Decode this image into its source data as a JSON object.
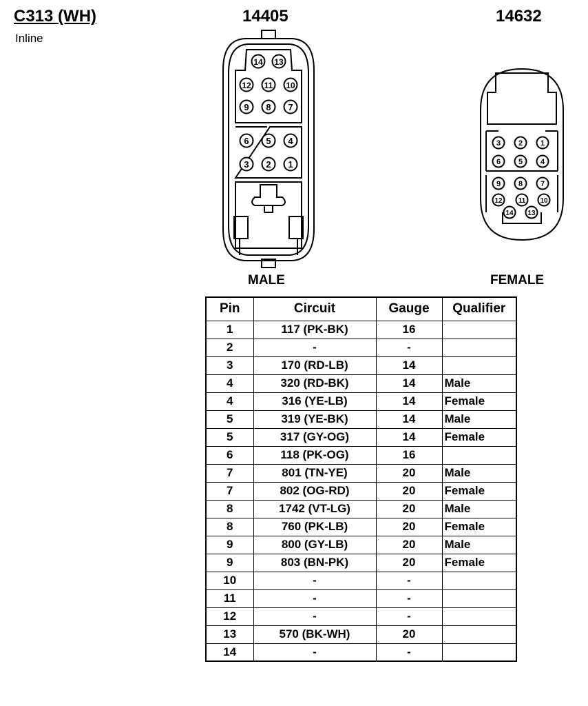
{
  "header": {
    "title": "C313 (WH)",
    "subtitle": "Inline",
    "part_male": "14405",
    "part_female": "14632"
  },
  "labels": {
    "male": "MALE",
    "female": "FEMALE"
  },
  "male_pins": [
    "1",
    "2",
    "3",
    "4",
    "5",
    "6",
    "7",
    "8",
    "9",
    "10",
    "11",
    "12",
    "13",
    "14"
  ],
  "female_pins": [
    "1",
    "2",
    "3",
    "4",
    "5",
    "6",
    "7",
    "8",
    "9",
    "10",
    "11",
    "12",
    "13",
    "14"
  ],
  "table": {
    "headers": [
      "Pin",
      "Circuit",
      "Gauge",
      "Qualifier"
    ],
    "rows": [
      {
        "pin": "1",
        "circuit": "117 (PK-BK)",
        "gauge": "16",
        "qualifier": ""
      },
      {
        "pin": "2",
        "circuit": "-",
        "gauge": "-",
        "qualifier": ""
      },
      {
        "pin": "3",
        "circuit": "170 (RD-LB)",
        "gauge": "14",
        "qualifier": ""
      },
      {
        "pin": "4",
        "circuit": "320 (RD-BK)",
        "gauge": "14",
        "qualifier": "Male"
      },
      {
        "pin": "4",
        "circuit": "316 (YE-LB)",
        "gauge": "14",
        "qualifier": "Female"
      },
      {
        "pin": "5",
        "circuit": "319 (YE-BK)",
        "gauge": "14",
        "qualifier": "Male"
      },
      {
        "pin": "5",
        "circuit": "317 (GY-OG)",
        "gauge": "14",
        "qualifier": "Female"
      },
      {
        "pin": "6",
        "circuit": "118 (PK-OG)",
        "gauge": "16",
        "qualifier": ""
      },
      {
        "pin": "7",
        "circuit": "801 (TN-YE)",
        "gauge": "20",
        "qualifier": "Male"
      },
      {
        "pin": "7",
        "circuit": "802 (OG-RD)",
        "gauge": "20",
        "qualifier": "Female"
      },
      {
        "pin": "8",
        "circuit": "1742 (VT-LG)",
        "gauge": "20",
        "qualifier": "Male"
      },
      {
        "pin": "8",
        "circuit": "760 (PK-LB)",
        "gauge": "20",
        "qualifier": "Female"
      },
      {
        "pin": "9",
        "circuit": "800 (GY-LB)",
        "gauge": "20",
        "qualifier": "Male"
      },
      {
        "pin": "9",
        "circuit": "803 (BN-PK)",
        "gauge": "20",
        "qualifier": "Female"
      },
      {
        "pin": "10",
        "circuit": "-",
        "gauge": "-",
        "qualifier": ""
      },
      {
        "pin": "11",
        "circuit": "-",
        "gauge": "-",
        "qualifier": ""
      },
      {
        "pin": "12",
        "circuit": "-",
        "gauge": "-",
        "qualifier": ""
      },
      {
        "pin": "13",
        "circuit": "570 (BK-WH)",
        "gauge": "20",
        "qualifier": ""
      },
      {
        "pin": "14",
        "circuit": "-",
        "gauge": "-",
        "qualifier": ""
      }
    ]
  }
}
